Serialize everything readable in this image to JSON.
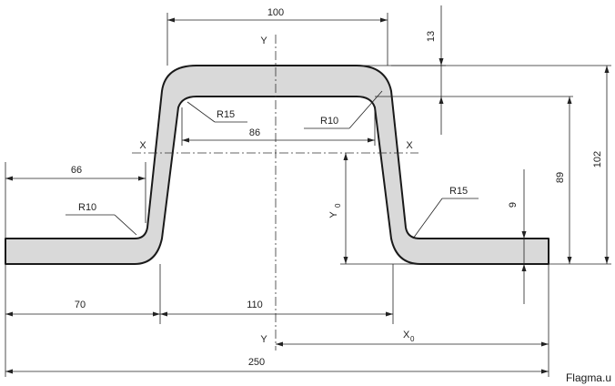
{
  "colors": {
    "profile_fill": "#d9d9d9",
    "profile_stroke": "#1a1a1a",
    "line": "#222222",
    "background": "#ffffff"
  },
  "dimensions": {
    "top_width": "100",
    "thickness_top": "13",
    "inner_width": "86",
    "left_flange_height": "66",
    "flange_left": "70",
    "base_width": "110",
    "total_width": "250",
    "height_inner": "89",
    "height_total": "102",
    "thickness_side": "9"
  },
  "radii": {
    "r15_top_left": "R15",
    "r10_top_right": "R10",
    "r10_bottom_left": "R10",
    "r15_bottom_right": "R15"
  },
  "axes": {
    "y_top": "Y",
    "y_bottom": "Y",
    "x_left": "X",
    "x_right": "X",
    "y0": "Y",
    "y0_sub": "0",
    "x0": "X",
    "x0_sub": "0"
  },
  "watermark": "Flagma.u"
}
